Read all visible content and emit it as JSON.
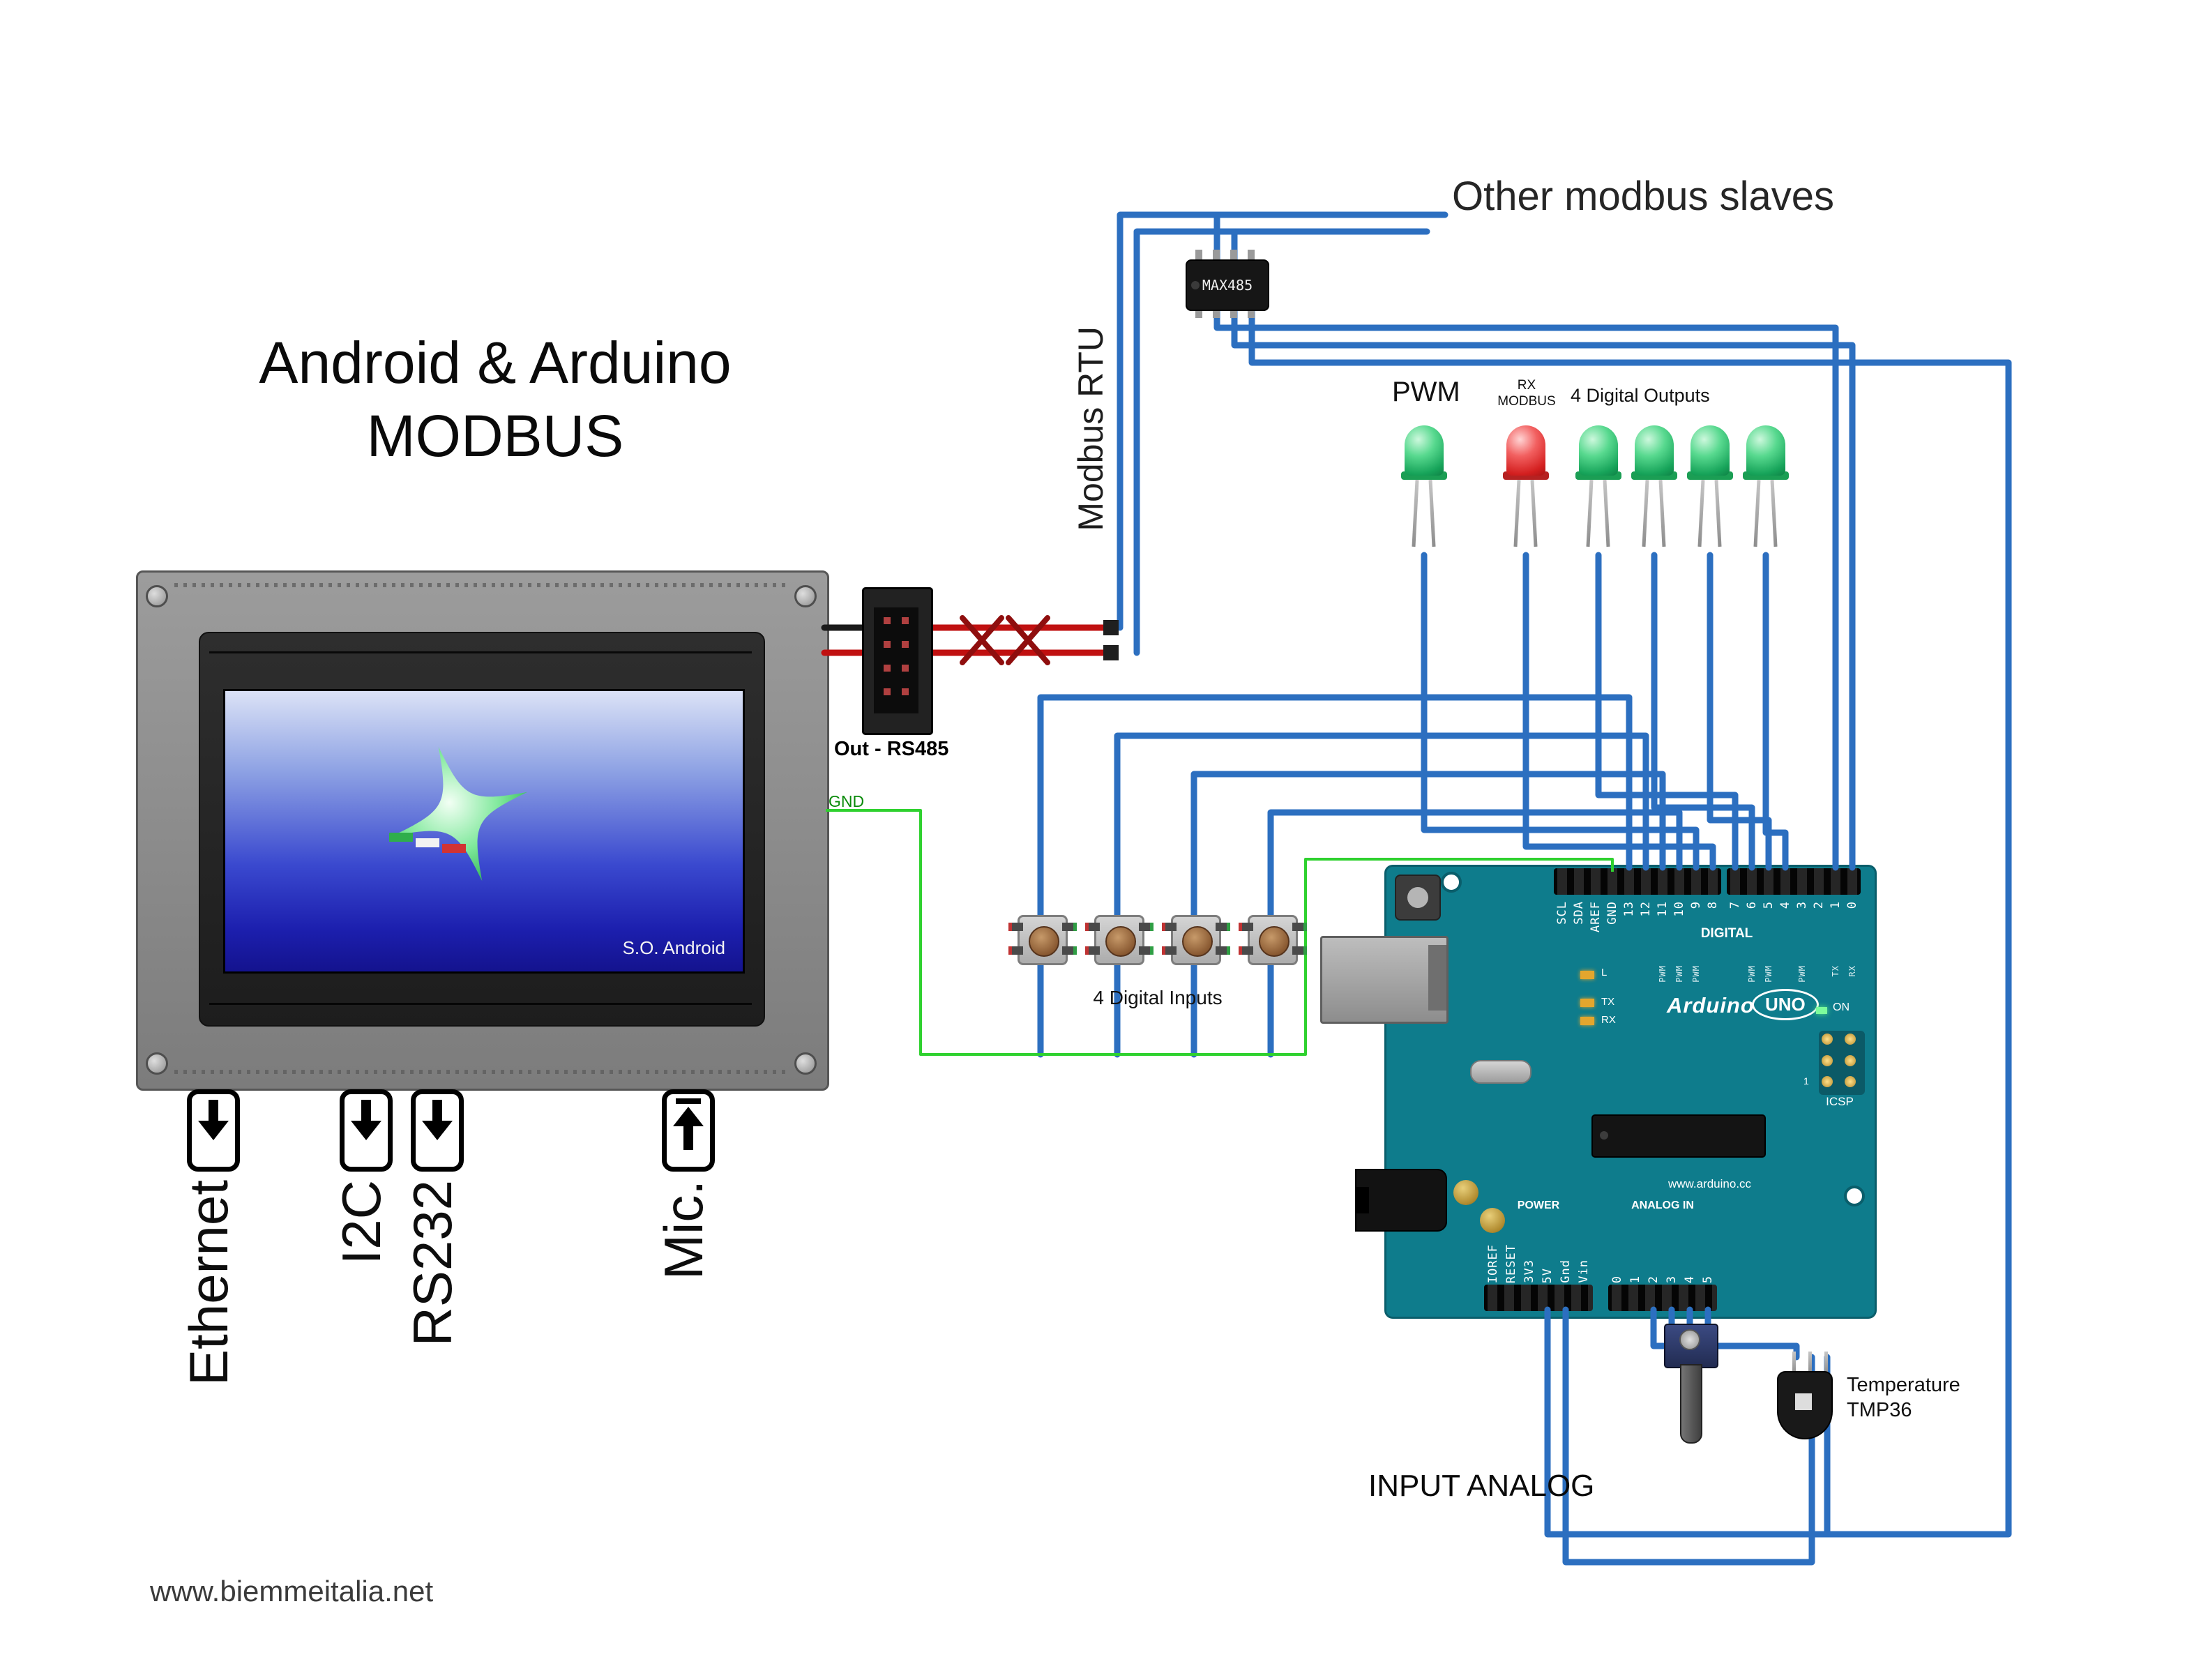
{
  "title": {
    "line1": "Android & Arduino",
    "line2": "MODBUS"
  },
  "watermark": "www.biemmeitalia.net",
  "display": {
    "screen_label": "S.O. Android",
    "ports": [
      {
        "label": "Ethernet"
      },
      {
        "label": "I2C"
      },
      {
        "label": "RS232"
      },
      {
        "label": "Mic."
      }
    ]
  },
  "connections": {
    "out_rs485": "Out - RS485",
    "gnd": "GND",
    "modbus_rtu": "Modbus RTU",
    "other_slaves": "Other modbus slaves"
  },
  "max485": {
    "label": "MAX485"
  },
  "indicators": {
    "pwm": "PWM",
    "rx_line1": "RX",
    "rx_line2": "MODBUS",
    "outputs": "4 Digital Outputs"
  },
  "inputs": {
    "buttons": "4 Digital Inputs",
    "analog": "INPUT ANALOG",
    "temperature_line1": "Temperature",
    "temperature_line2": "TMP36"
  },
  "arduino": {
    "brand": "Arduino",
    "model": "UNO",
    "digital_label": "DIGITAL",
    "power_label": "POWER",
    "analog_in_label": "ANALOG IN",
    "icsp_label": "ICSP",
    "icsp_pin1": "1",
    "on_label": "ON",
    "l_label": "L",
    "tx_label": "TX",
    "rx_label": "RX",
    "url": "www.arduino.cc",
    "pins_top_left": [
      "SCL",
      "SDA",
      "AREF",
      "GND",
      "13",
      "12",
      "11",
      "10",
      "9",
      "8"
    ],
    "pins_top_left_sub": [
      "",
      "",
      "",
      "",
      "",
      "",
      "PWM",
      "PWM",
      "PWM",
      ""
    ],
    "pins_top_right": [
      "7",
      "6",
      "5",
      "4",
      "3",
      "2",
      "1",
      "0"
    ],
    "pins_top_right_sub": [
      "",
      "PWM",
      "PWM",
      "",
      "PWM",
      "",
      "TX",
      "RX"
    ],
    "pins_power": [
      "IOREF",
      "RESET",
      "3V3",
      "5V",
      "Gnd",
      "Vin"
    ],
    "pins_analog": [
      "0",
      "1",
      "2",
      "3",
      "4",
      "5"
    ]
  },
  "colors": {
    "wire_blue": "#2c6fc0",
    "wire_red": "#c01010",
    "wire_green": "#2fd12f",
    "board_teal": "#0e7c8c",
    "led_green": "#17a45a",
    "led_red": "#d42020"
  }
}
